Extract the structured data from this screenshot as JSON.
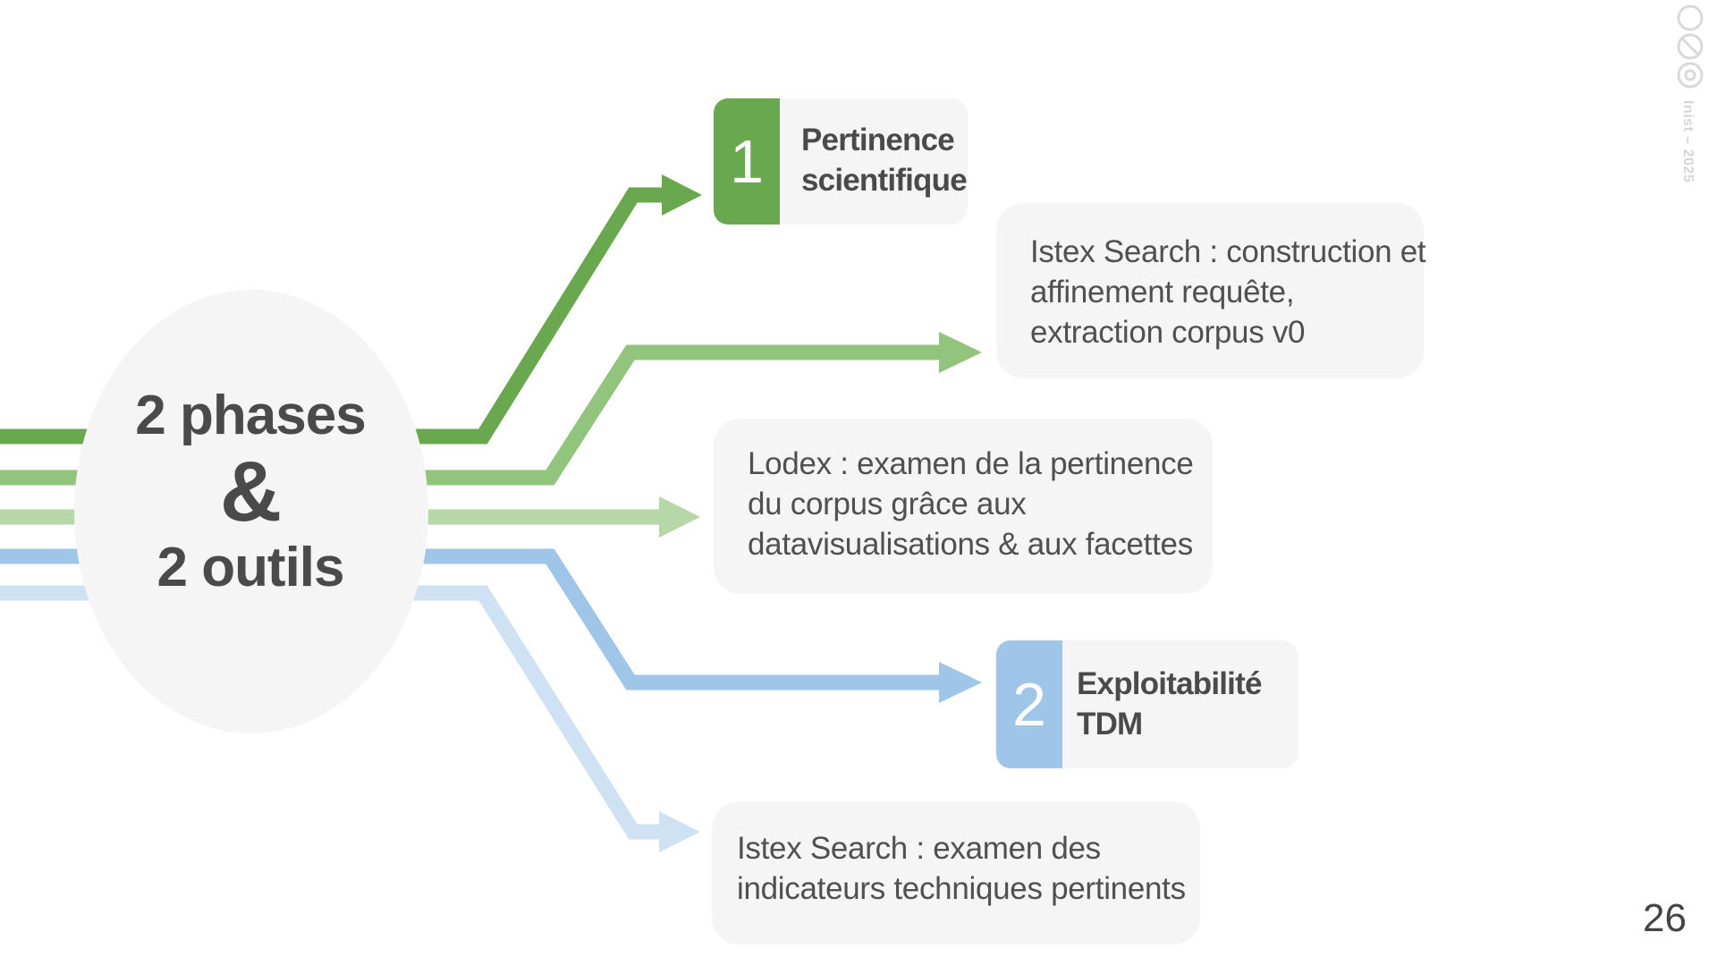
{
  "center": {
    "line1": "2 phases",
    "amp": "&",
    "line2": "2 outils"
  },
  "phase1": {
    "number": "1",
    "title_line1": "Pertinence",
    "title_line2": "scientifique",
    "color": "#6aa84f"
  },
  "step_istex_query": {
    "lines": [
      "Istex Search : construction et",
      "affinement requête,",
      "extraction corpus v0"
    ],
    "color": "#93c47d"
  },
  "step_lodex": {
    "lines": [
      "Lodex : examen de la pertinence",
      "du corpus grâce aux",
      "datavisualisations & aux facettes"
    ],
    "color": "#b6d7a8"
  },
  "phase2": {
    "number": "2",
    "title_line1": "Exploitabilité",
    "title_line2": "TDM",
    "color": "#9fc5e8"
  },
  "step_istex_indicators": {
    "lines": [
      "Istex Search : examen des",
      "indicateurs techniques pertinents"
    ],
    "color": "#cfe2f3"
  },
  "footer": {
    "license_text": "Inist – 2025",
    "page_number": "26"
  }
}
